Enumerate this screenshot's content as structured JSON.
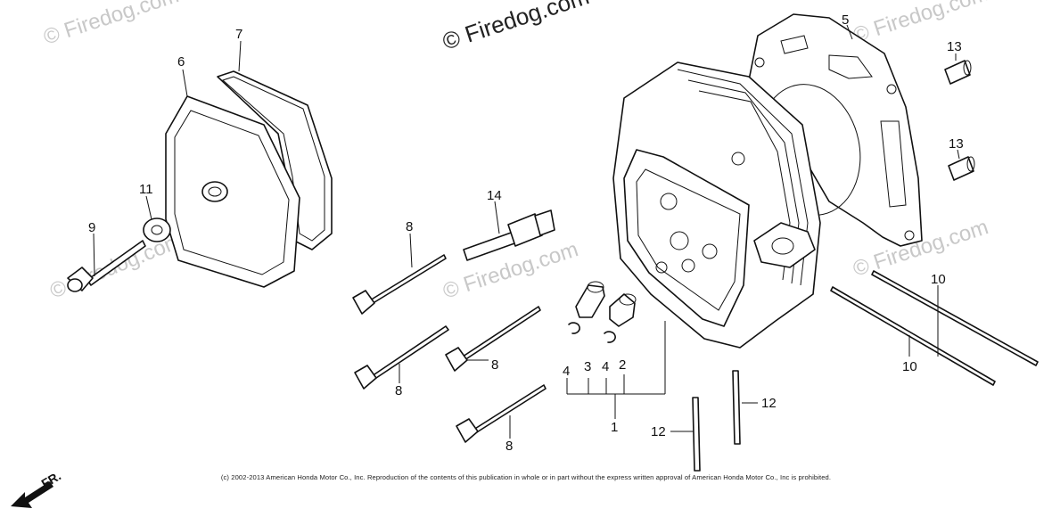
{
  "watermark": "© Firedog.com",
  "copyright": "(c) 2002-2013 American Honda Motor Co., Inc. Reproduction of the contents of this publication in whole or in part without the express written approval of American Honda Motor Co., Inc is prohibited.",
  "direction_label": "FR.",
  "callouts": {
    "c1": "1",
    "c2": "2",
    "c3": "3",
    "c4a": "4",
    "c4b": "4",
    "c5": "5",
    "c6": "6",
    "c7": "7",
    "c8a": "8",
    "c8b": "8",
    "c8c": "8",
    "c8d": "8",
    "c9": "9",
    "c10a": "10",
    "c10b": "10",
    "c11": "11",
    "c12a": "12",
    "c12b": "12",
    "c13a": "13",
    "c13b": "13",
    "c14": "14"
  }
}
